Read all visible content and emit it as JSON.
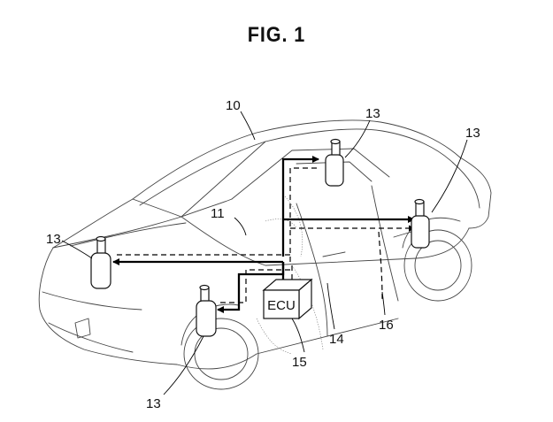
{
  "figure": {
    "title": "FIG. 1"
  },
  "labels": {
    "vehicle": "10",
    "interior": "11",
    "sensor_rear_top": "13",
    "sensor_rear_right": "13",
    "sensor_front_left": "13",
    "sensor_front_bottom": "13",
    "wiring_main": "14",
    "ecu_ref": "15",
    "wiring_dashed": "16"
  },
  "ecu": {
    "text": "ECU"
  }
}
